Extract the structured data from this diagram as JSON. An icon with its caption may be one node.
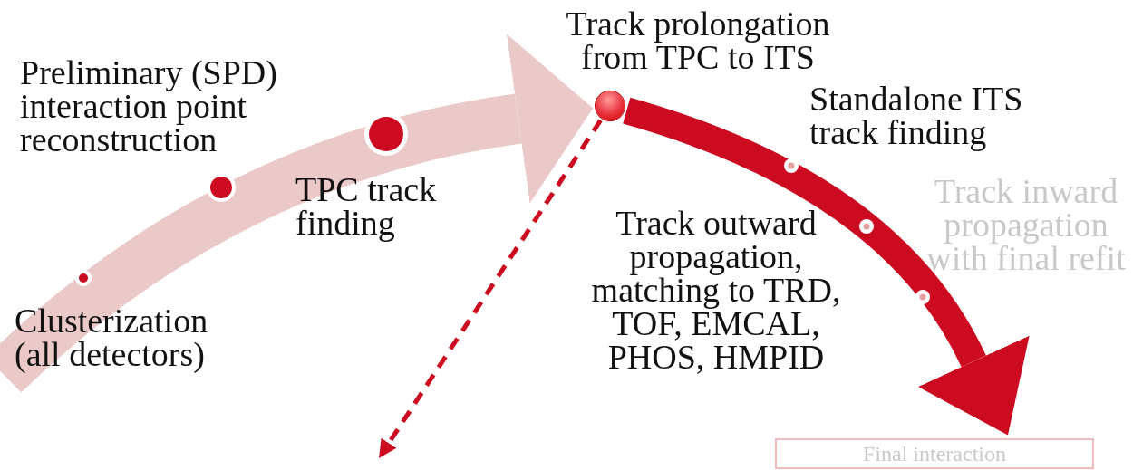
{
  "diagram": {
    "nodes": [
      {
        "text": [
          "Preliminary (SPD) interaction point reconstruction"
        ]
      },
      {
        "text": [
          "TPC track finding"
        ]
      },
      {
        "text": [
          "Clusterization (all detectors)"
        ]
      },
      {
        "text": [
          "Track prolongation from TPC to ITS"
        ]
      },
      {
        "text": [],
        "shape": "circle"
      },
      {
        "text": [
          "Standalone ITS track finding"
        ]
      },
      {
        "text": [
          "Track inward propagation with final refit"
        ]
      },
      {
        "text": [
          "Track outward propagation, matching to TRD, TOF, EMCAL, PHOS, HMPID"
        ]
      },
      {
        "text": [
          "Final interaction"
        ]
      }
    ],
    "edges": [
      {
        "from": 2,
        "to": 4,
        "arrow": "to",
        "style": "thick",
        "color": "#ebc9c9"
      },
      {
        "from": 4,
        "to": 8,
        "arrow": "to"
      },
      {
        "from": 4,
        "to": null,
        "arrow": "to",
        "style": "dashed"
      }
    ]
  }
}
